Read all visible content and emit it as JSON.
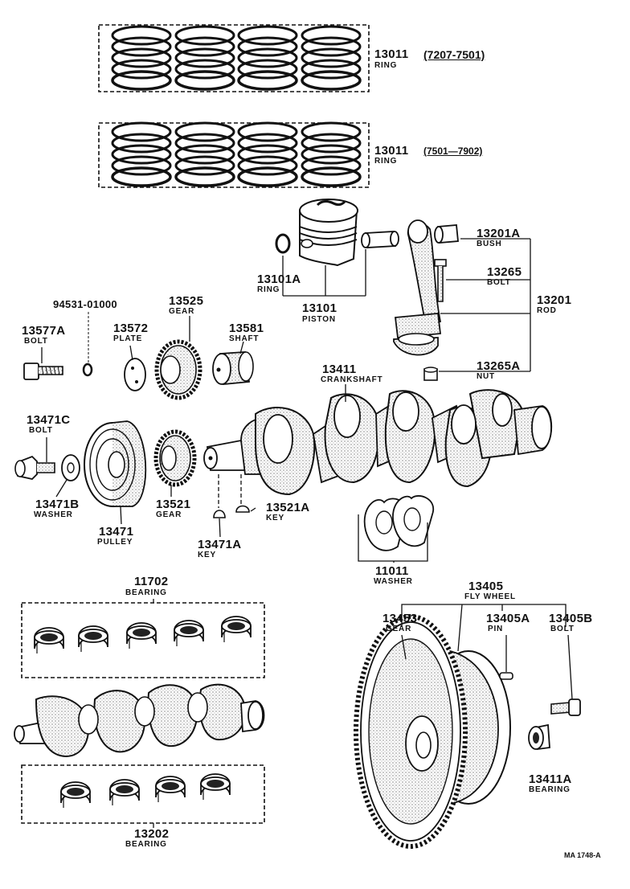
{
  "parts": {
    "ring_set_a": {
      "number": "13011",
      "name": "RING",
      "range": "(7207-7501)"
    },
    "ring_set_b": {
      "number": "13011",
      "name": "RING",
      "range": "(7501—7902)"
    },
    "bush": {
      "number": "13201A",
      "name": "BUSH"
    },
    "rod_bolt": {
      "number": "13265",
      "name": "BOLT"
    },
    "rod": {
      "number": "13201",
      "name": "ROD"
    },
    "rod_nut": {
      "number": "13265A",
      "name": "NUT"
    },
    "piston_pin_ring": {
      "number": "13101A",
      "name": "RING"
    },
    "piston": {
      "number": "13101",
      "name": "PISTON"
    },
    "plate_bolt": {
      "number": "94531-01000"
    },
    "gear_13525": {
      "number": "13525",
      "name": "GEAR"
    },
    "bolt_13577a": {
      "number": "13577A",
      "name": "BOLT"
    },
    "plate": {
      "number": "13572",
      "name": "PLATE"
    },
    "shaft": {
      "number": "13581",
      "name": "SHAFT"
    },
    "crankshaft": {
      "number": "13411",
      "name": "CRANKSHAFT"
    },
    "pulley_bolt": {
      "number": "13471C",
      "name": "BOLT"
    },
    "pulley_washer": {
      "number": "13471B",
      "name": "WASHER"
    },
    "gear_13521": {
      "number": "13521",
      "name": "GEAR"
    },
    "key_13521a": {
      "number": "13521A",
      "name": "KEY"
    },
    "pulley": {
      "number": "13471",
      "name": "PULLEY"
    },
    "key_13471a": {
      "number": "13471A",
      "name": "KEY"
    },
    "thrust_washer": {
      "number": "11011",
      "name": "WASHER"
    },
    "main_bearing": {
      "number": "11702",
      "name": "BEARING"
    },
    "flywheel": {
      "number": "13405",
      "name": "FLY WHEEL"
    },
    "ring_gear": {
      "number": "13453",
      "name": "GEAR"
    },
    "flywheel_pin": {
      "number": "13405A",
      "name": "PIN"
    },
    "flywheel_bolt": {
      "number": "13405B",
      "name": "BOLT"
    },
    "pilot_bearing": {
      "number": "13411A",
      "name": "BEARING"
    },
    "rod_bearing": {
      "number": "13202",
      "name": "BEARING"
    }
  },
  "footer": {
    "code": "MA  1748-A"
  }
}
